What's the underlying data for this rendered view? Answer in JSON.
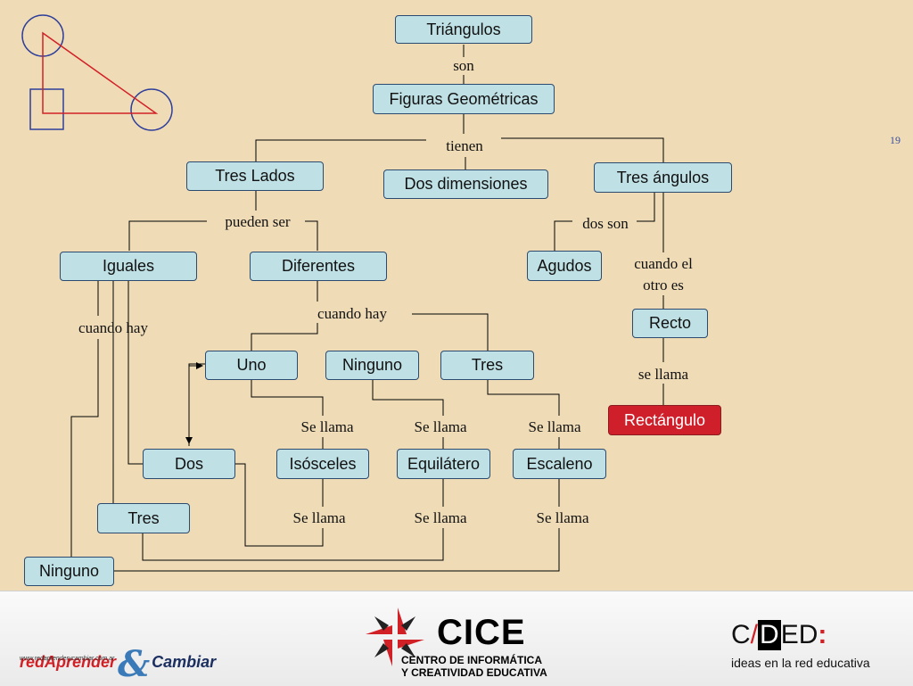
{
  "page_number": "19",
  "boxes": {
    "triangulos": "Triángulos",
    "figuras": "Figuras Geométricas",
    "tres_lados": "Tres Lados",
    "dos_dimensiones": "Dos dimensiones",
    "tres_angulos": "Tres ángulos",
    "iguales": "Iguales",
    "diferentes": "Diferentes",
    "agudos": "Agudos",
    "recto": "Recto",
    "uno": "Uno",
    "ninguno_mid": "Ninguno",
    "tres_mid": "Tres",
    "rectangulo": "Rectángulo",
    "dos": "Dos",
    "isosceles": "Isósceles",
    "equilatero": "Equilátero",
    "escaleno": "Escaleno",
    "tres_low": "Tres",
    "ninguno_low": "Ninguno"
  },
  "labels": {
    "son": "son",
    "tienen": "tienen",
    "pueden_ser": "pueden ser",
    "dos_son": "dos son",
    "cuando_el_1": "cuando el",
    "cuando_el_2": "otro es",
    "cuando_hay_left": "cuando hay",
    "cuando_hay_mid": "cuando hay",
    "se_llama_recto": "se llama",
    "se_llama_1": "Se llama",
    "se_llama_2": "Se llama",
    "se_llama_3": "Se llama",
    "se_llama_4": "Se llama",
    "se_llama_5": "Se llama",
    "se_llama_6": "Se llama"
  },
  "footer": {
    "red_part1": "redAprender",
    "red_amp": "&",
    "red_part2": "Cambiar",
    "red_url": "www.redaprenderycambiar.com.ar",
    "cice": "CICE",
    "cice_sub1": "CENTRO DE INFORMÁTICA",
    "cice_sub2": "Y CREATIVIDAD EDUCATIVA",
    "cided_c": "C",
    "cided_slash": "/",
    "cided_d": "D",
    "cided_ed": "ED",
    "cided_dots": ":",
    "cided_sub": "ideas en la red educativa"
  },
  "colors": {
    "background": "#efdcb7",
    "box_fill": "#bfe0e4",
    "highlight_box": "#cf1f2a",
    "clipart_circle": "#2f3f9a",
    "clipart_triangle": "#d22027"
  }
}
